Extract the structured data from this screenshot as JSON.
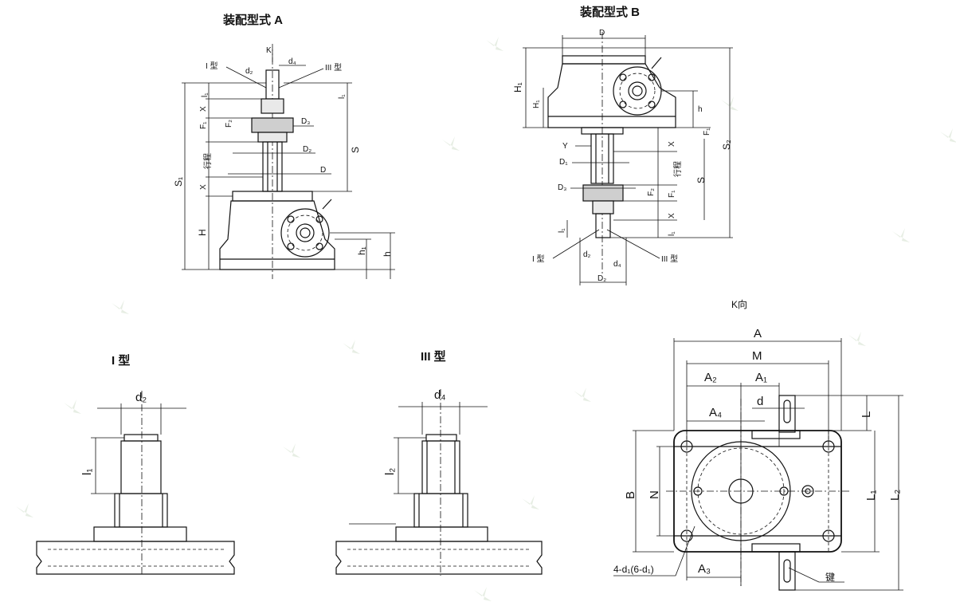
{
  "titles": {
    "assembly_a": "装配型式 A",
    "assembly_b": "装配型式 B",
    "type_1": "I 型",
    "type_3": "III 型",
    "k_view": "K向"
  },
  "labels": {
    "k": "K",
    "type1_short": "I 型",
    "type3_short": "III 型",
    "d2": "d₂",
    "d4": "d₄",
    "d": "d",
    "d1": "4-d₁(6-d₁)",
    "D": "D",
    "D1": "D₁",
    "D2": "D₂",
    "D3": "D₃",
    "l1": "l₁",
    "l2": "l₂",
    "X": "X",
    "F1": "F₁",
    "F2": "F₂",
    "S": "S",
    "S1": "S₁",
    "S2": "S₂",
    "H": "H",
    "H1": "H₁",
    "h": "h",
    "h1": "h₁",
    "Y": "Y",
    "stroke": "行程",
    "A": "A",
    "A1": "A₁",
    "A2": "A₂",
    "A3": "A₃",
    "A4": "A₄",
    "M": "M",
    "B": "B",
    "N": "N",
    "L": "L",
    "L1": "L₁",
    "L2": "L₂",
    "key": "键"
  },
  "colors": {
    "line": "#111111",
    "part_fill": "#e9e9e9",
    "part_dark": "#cfcfcf",
    "watermark": "#d7e3d2"
  }
}
